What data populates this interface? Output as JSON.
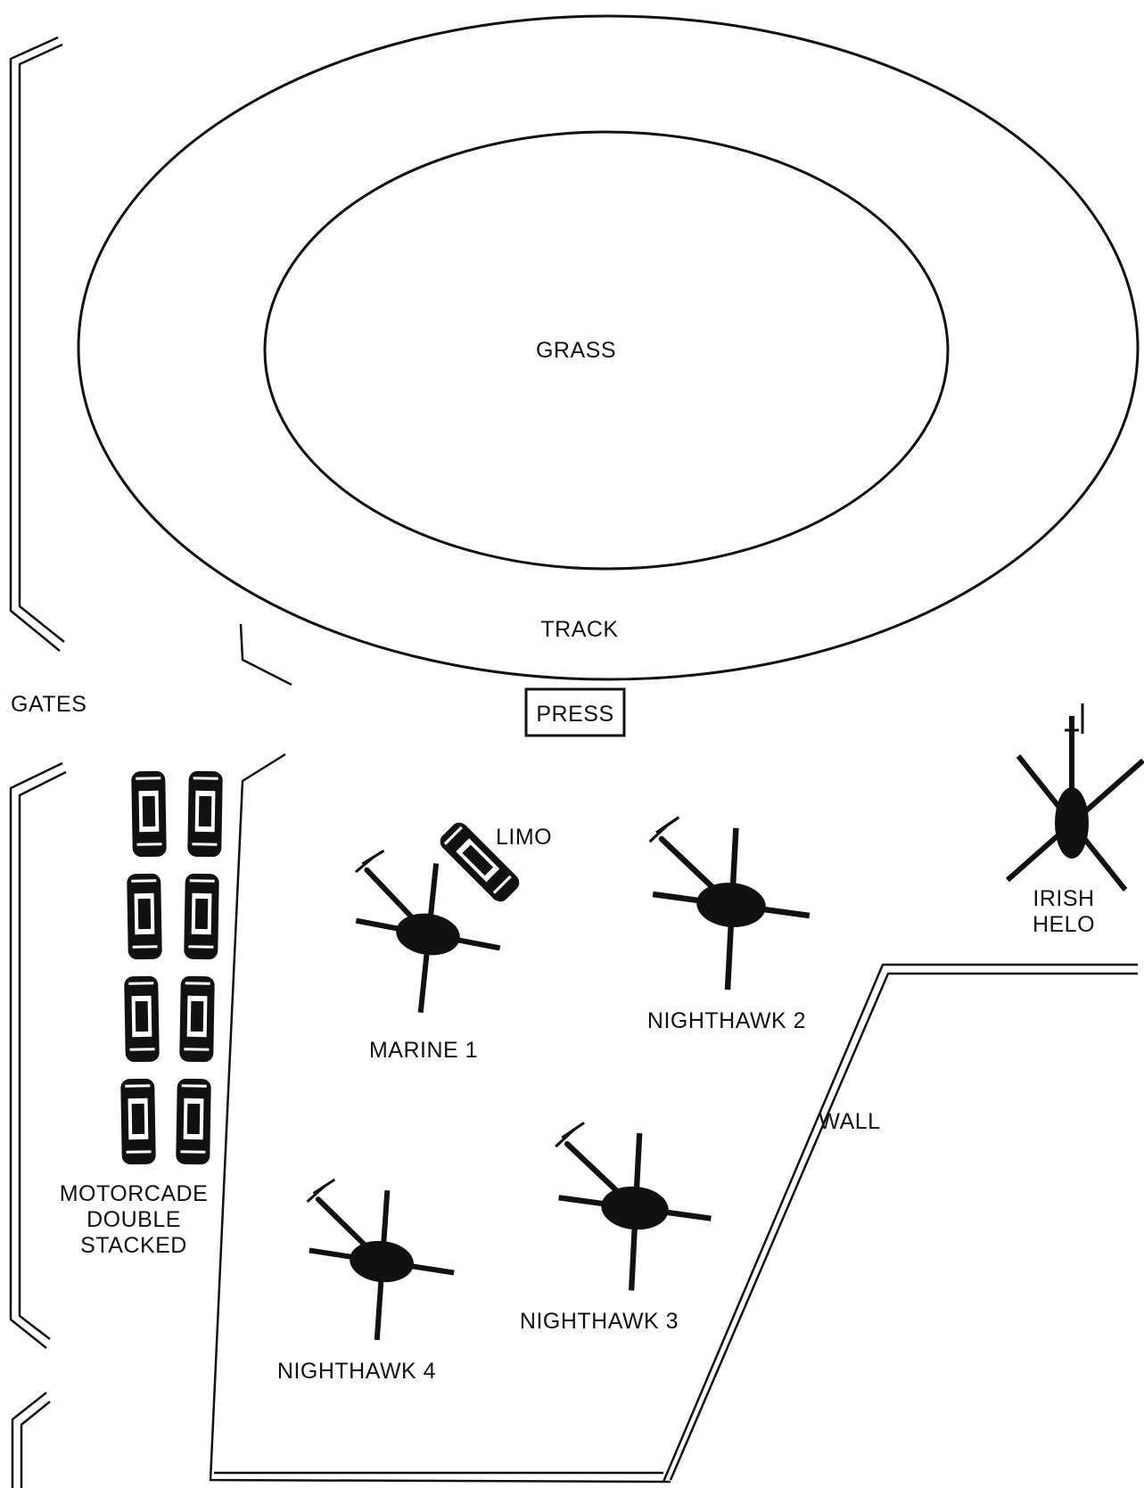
{
  "labels": {
    "grass": "GRASS",
    "track": "TRACK",
    "gates": "GATES",
    "press": "PRESS",
    "limo": "LIMO",
    "marine1": "MARINE 1",
    "nighthawk2": "NIGHTHAWK 2",
    "nighthawk3": "NIGHTHAWK 3",
    "nighthawk4": "NIGHTHAWK 4",
    "irish_helo_line1": "IRISH",
    "irish_helo_line2": "HELO",
    "wall": "WALL",
    "motorcade_line1": "MOTORCADE",
    "motorcade_line2": "DOUBLE",
    "motorcade_line3": "STACKED"
  },
  "icons": {
    "helicopter": "helicopter-icon",
    "car": "car-icon"
  },
  "colors": {
    "ink": "#111111",
    "paper": "#ffffff"
  }
}
